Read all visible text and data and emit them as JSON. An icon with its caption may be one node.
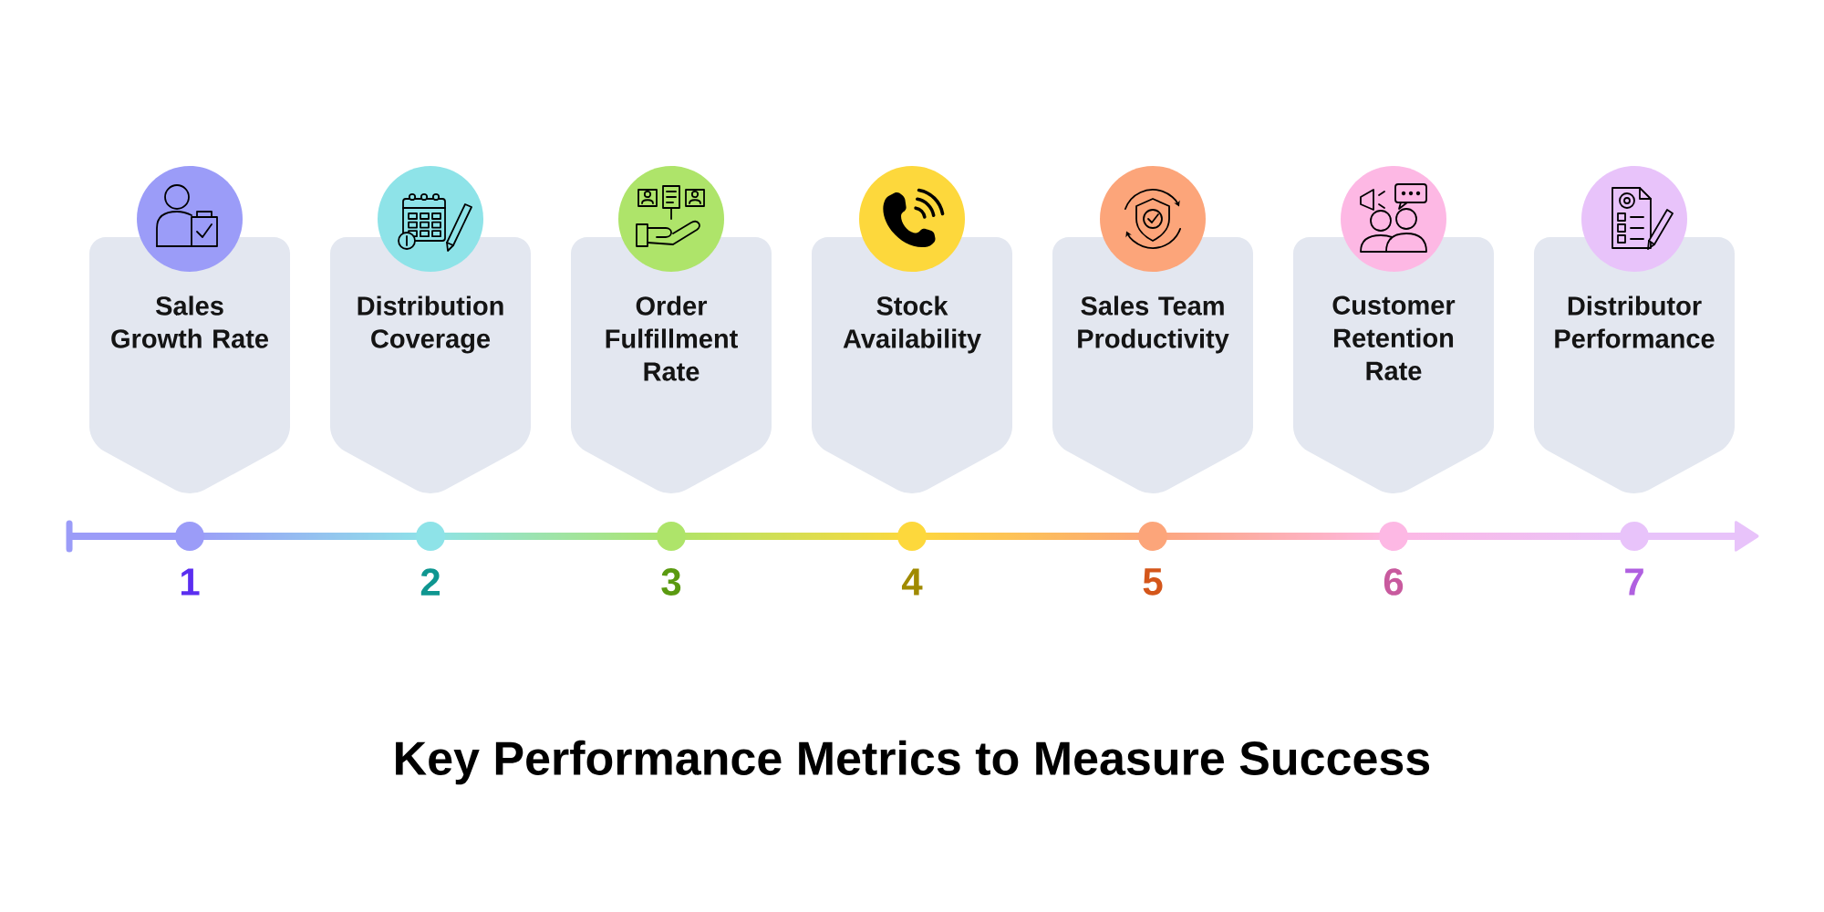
{
  "diagram": {
    "title": "Key Performance Metrics to Measure Success",
    "nodes": [
      {
        "text": [
          "Sales Growth Rate"
        ]
      },
      {
        "text": [
          "Distribution Coverage"
        ]
      },
      {
        "text": [
          "Order Fulfillment Rate"
        ]
      },
      {
        "text": [
          "Stock Availability"
        ]
      },
      {
        "text": [
          "Sales Team Productivity"
        ]
      },
      {
        "text": [
          "Customer Retention Rate"
        ]
      },
      {
        "text": [
          "Distributor Performance"
        ]
      }
    ],
    "labels": [
      "1",
      "2",
      "3",
      "4",
      "5",
      "6",
      "7"
    ]
  }
}
